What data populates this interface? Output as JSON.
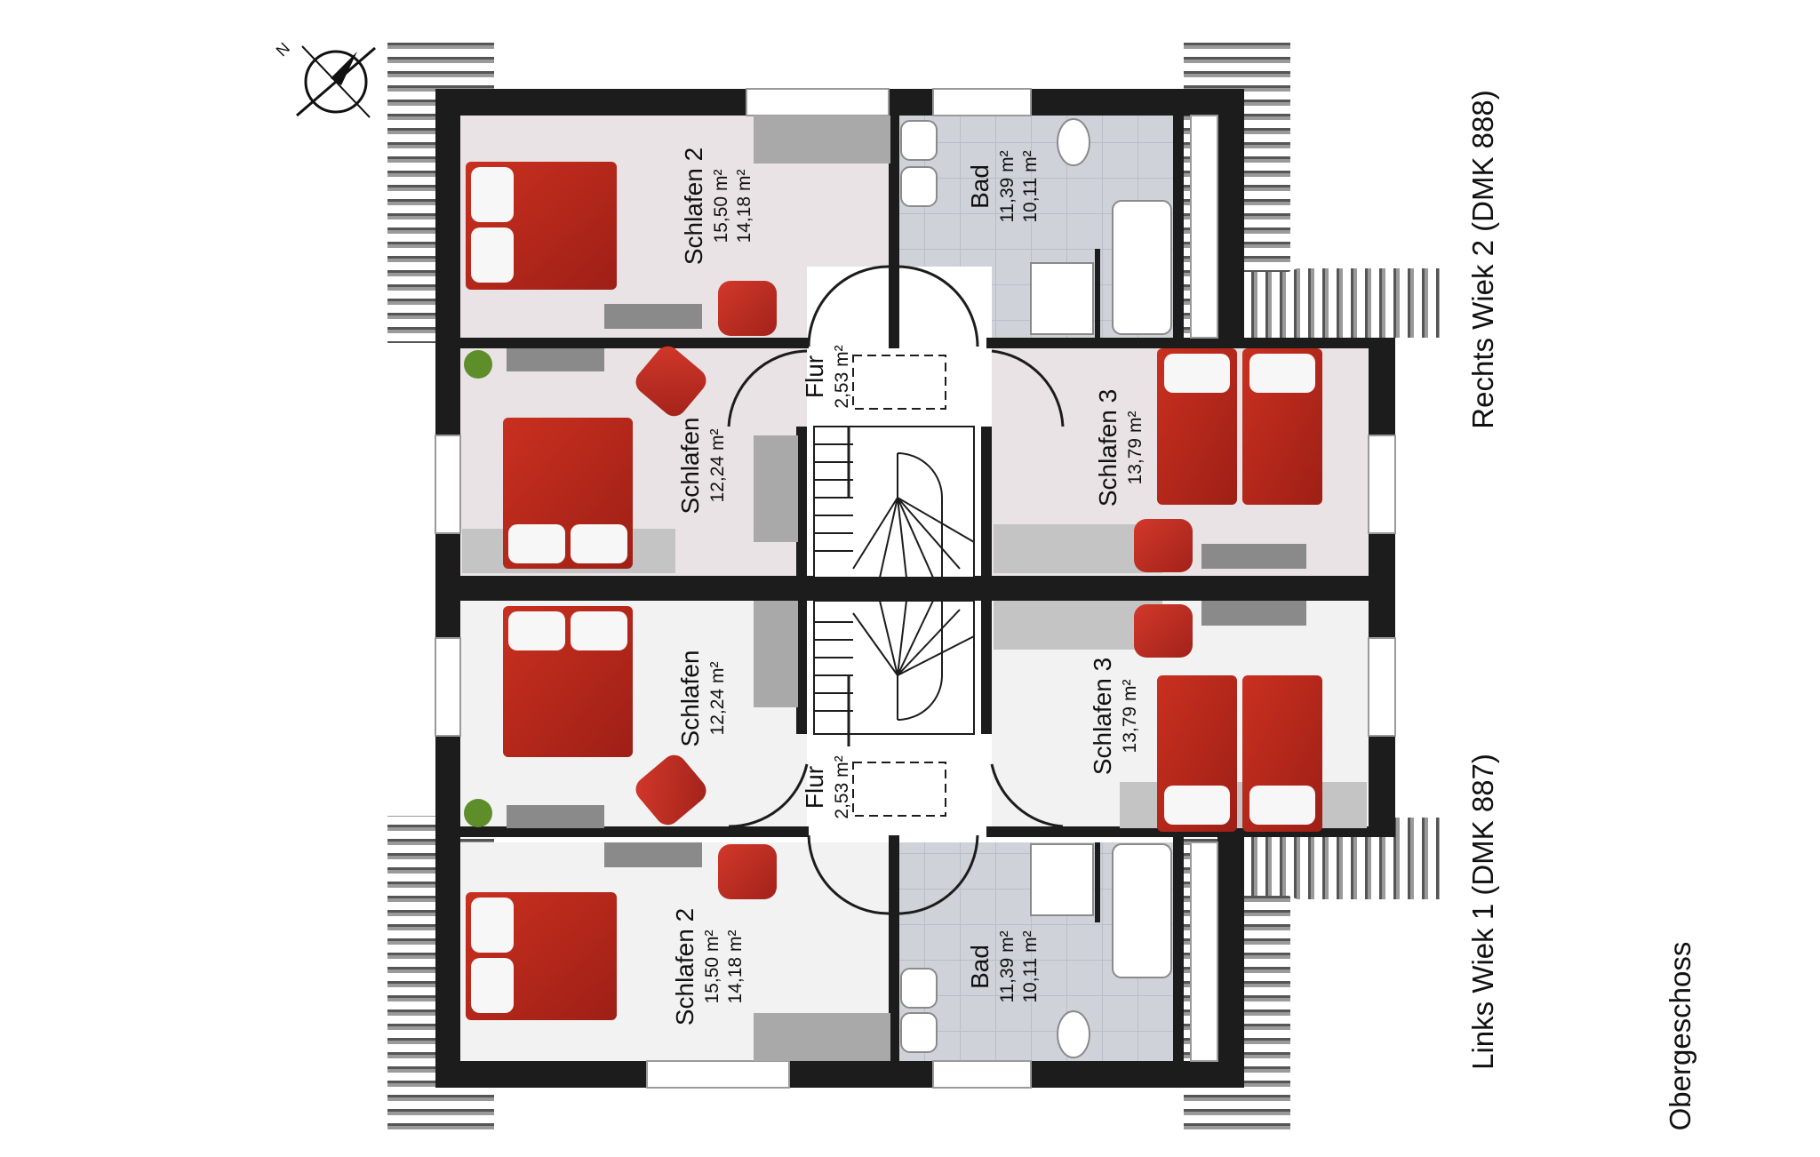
{
  "units": {
    "top": {
      "label": "Rechts Wiek 2 (DMK 888)",
      "rooms": {
        "schlafen2": {
          "name": "Schlafen 2",
          "area1": "15,50 m²",
          "area2": "14,18 m²"
        },
        "bad": {
          "name": "Bad",
          "area1": "11,39 m²",
          "area2": "10,11 m²"
        },
        "flur": {
          "name": "Flur",
          "area": "2,53 m²"
        },
        "schlafen": {
          "name": "Schlafen",
          "area": "12,24 m²"
        },
        "schlafen3": {
          "name": "Schlafen 3",
          "area": "13,79 m²"
        }
      }
    },
    "bottom": {
      "label": "Links Wiek 1 (DMK 887)",
      "rooms": {
        "schlafen2": {
          "name": "Schlafen 2",
          "area1": "15,50 m²",
          "area2": "14,18 m²"
        },
        "bad": {
          "name": "Bad",
          "area1": "11,39 m²",
          "area2": "10,11 m²"
        },
        "flur": {
          "name": "Flur",
          "area": "2,53 m²"
        },
        "schlafen": {
          "name": "Schlafen",
          "area": "12,24 m²"
        },
        "schlafen3": {
          "name": "Schlafen 3",
          "area": "13,79 m²"
        }
      }
    }
  },
  "floor_label": "Obergeschoss",
  "compass": {
    "letter": "N"
  },
  "colors": {
    "wall": "#1c1c1c",
    "floor_light": "#f2f2f2",
    "floor_pink": "#e9e3e5",
    "bath_tile": "#cfd3d9",
    "bed_red": "#b5261c",
    "pillow": "#f7f7f7",
    "furniture_grey": "#a9a9a9"
  }
}
